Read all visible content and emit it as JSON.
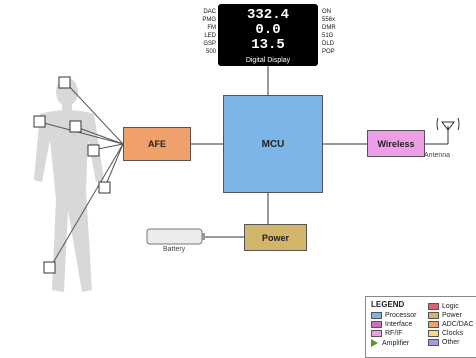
{
  "display": {
    "values": [
      "332.4",
      "0.0",
      "13.5"
    ],
    "caption": "Digital Display",
    "left_labels": [
      "DAC",
      "PMG",
      "FM",
      "LED",
      "GSP",
      "500"
    ],
    "right_labels": [
      "ON",
      "556x",
      "DMR",
      "51G",
      "DLD",
      "POP"
    ]
  },
  "blocks": {
    "afe": "AFE",
    "mcu": "MCU",
    "wireless": "Wireless",
    "power": "Power"
  },
  "labels": {
    "antenna": "Antenna",
    "battery": "Battery"
  },
  "legend": {
    "title": "LEGEND",
    "items": [
      {
        "label": "Processor",
        "color": "#7db6e6"
      },
      {
        "label": "Interface",
        "color": "#c86fc0"
      },
      {
        "label": "RF/IF",
        "color": "#ee9ee6"
      },
      {
        "label": "Amplifier",
        "color": "#4a9b3a"
      },
      {
        "label": "Logic",
        "color": "#e06070"
      },
      {
        "label": "Power",
        "color": "#d3b56a"
      },
      {
        "label": "ADC/DAC",
        "color": "#f0a06a"
      },
      {
        "label": "Clocks",
        "color": "#f0e07a"
      },
      {
        "label": "Other",
        "color": "#a0a0e0"
      }
    ]
  },
  "colors": {
    "afe": "#f0a06a",
    "mcu": "#7db6e6",
    "wireless": "#ee9ee6",
    "power": "#d3b56a",
    "display_bg": "#000000"
  }
}
